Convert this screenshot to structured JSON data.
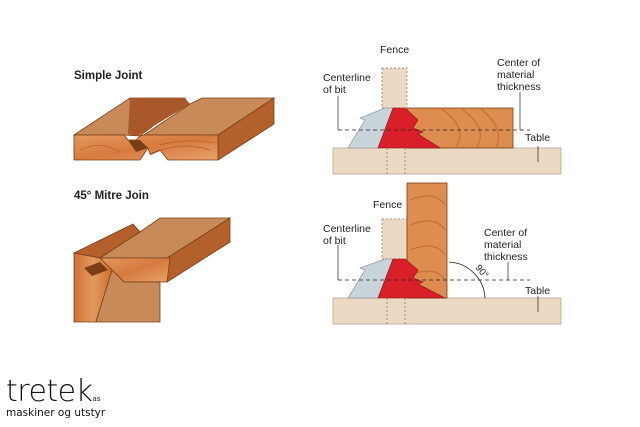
{
  "left_panel": {
    "simple_title": "Simple Joint",
    "mitre_title": "45° Mitre Join"
  },
  "top_diagram": {
    "fence": "Fence",
    "centerline": "Centerline\nof bit",
    "centerline_1": "Centerline",
    "centerline_2": "of bit",
    "center_1": "Center of",
    "center_2": "material",
    "center_3": "thickness",
    "table": "Table"
  },
  "bottom_diagram": {
    "fence": "Fence",
    "centerline_1": "Centerline",
    "centerline_2": "of bit",
    "center_1": "Center of",
    "center_2": "material",
    "center_3": "thickness",
    "table": "Table",
    "angle": "90°"
  },
  "logo": {
    "name": "tretek",
    "suffix": "as",
    "tagline": "maskiner og utstyr"
  },
  "colors": {
    "wood_top": "#c98a5a",
    "wood_end": "#d9804a",
    "wood_side": "#b8632c",
    "bit_red": "#d81f2a",
    "bit_grey": "#c9d3da",
    "table": "#ecd9c3"
  }
}
